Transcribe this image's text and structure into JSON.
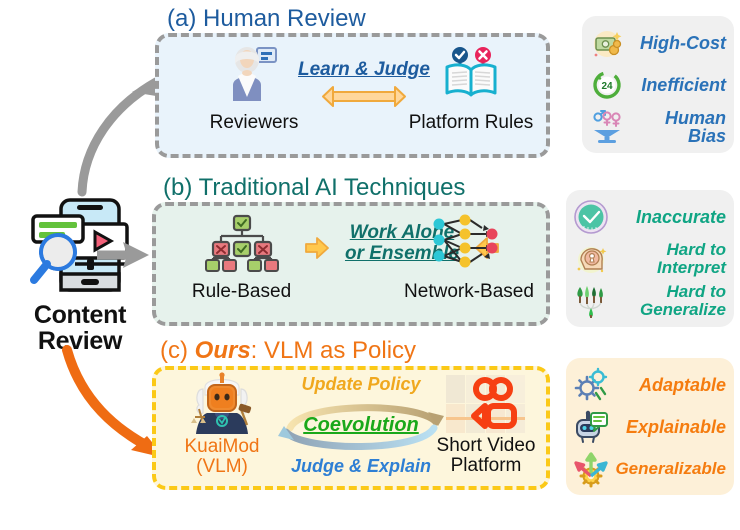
{
  "figure": {
    "source_label": "Content Review",
    "panels": [
      {
        "id": "a",
        "tag": "(a)",
        "title": "Human Review",
        "title_color": "#1d5b9e",
        "fill": "#e9f3fb",
        "border_color": "#9a9a9a",
        "left_icon": "judge-reviewer-icon",
        "left_caption": "Reviewers",
        "middle_text": "Learn & Judge",
        "middle_arrow": "double-headed-arrow",
        "right_icon": "open-book-rules-icon",
        "right_caption": "Platform Rules"
      },
      {
        "id": "b",
        "tag": "(b)",
        "title": "Traditional AI Techniques",
        "title_color": "#10706a",
        "fill": "#e6f2ec",
        "border_color": "#9a9a9a",
        "left_icon": "decision-tree-icon",
        "left_caption": "Rule-Based",
        "middle_text_line1": "Work Alone",
        "middle_text_line2": "or Ensemble",
        "right_icon": "neural-network-icon",
        "right_caption": "Network-Based"
      },
      {
        "id": "c",
        "tag": "(c)",
        "title_bold": "Ours",
        "title_rest": ": VLM as Policy",
        "title_color": "#f07515",
        "fill": "#fdf6dc",
        "border_color": "#fbc917",
        "left_icon": "robot-judge-icon",
        "left_caption_line1": "KuaiMod",
        "left_caption_line2": "(VLM)",
        "top_arrow_text": "Update Policy",
        "center_text": "Coevolution",
        "bottom_arrow_text": "Judge & Explain",
        "right_icon": "short-video-platform-icon",
        "right_caption_line1": "Short Video",
        "right_caption_line2": "Platform"
      }
    ],
    "callouts": [
      {
        "id": "a",
        "background": "#f0f0f0",
        "text_color": "#2a72b8",
        "items": [
          {
            "icon": "money-cost-icon",
            "label": "High-Cost"
          },
          {
            "icon": "clock-24h-icon",
            "label": "Inefficient",
            "badge": "24"
          },
          {
            "icon": "gender-balance-icon",
            "label": "Human Bias"
          }
        ]
      },
      {
        "id": "b",
        "background": "#f0f0f0",
        "text_color": "#10a584",
        "items": [
          {
            "icon": "check-seal-icon",
            "label": "Inaccurate"
          },
          {
            "icon": "brain-keyhole-icon",
            "label_line1": "Hard to",
            "label_line2": "Interpret"
          },
          {
            "icon": "trees-icon",
            "label_line1": "Hard to",
            "label_line2": "Generalize"
          }
        ]
      },
      {
        "id": "c",
        "background": "#fdf0d8",
        "text_color": "#f57c0f",
        "items": [
          {
            "icon": "gears-icon",
            "label": "Adaptable"
          },
          {
            "icon": "robot-chat-icon",
            "label": "Explainable"
          },
          {
            "icon": "gear-arrows-icon",
            "label": "Generalizable"
          }
        ]
      }
    ],
    "arrows": {
      "to_panel_a": {
        "name": "curved-gray-arrow-up",
        "color": "#9a9a9a"
      },
      "to_panel_b": {
        "name": "straight-gray-arrow",
        "color": "#9a9a9a"
      },
      "to_panel_c": {
        "name": "curved-orange-arrow-down",
        "color": "#ef6c13"
      }
    }
  }
}
